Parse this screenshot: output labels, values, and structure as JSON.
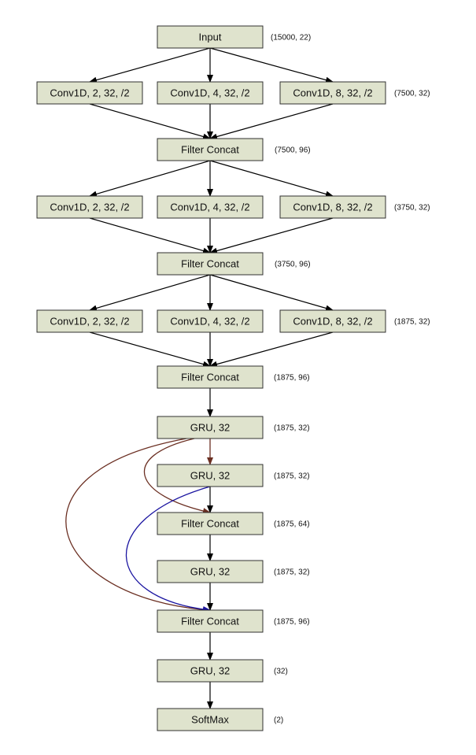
{
  "colors": {
    "node_fill": "#dfe3cd",
    "node_stroke": "#303030",
    "edge": "#000000",
    "skip_brown": "#6b2f22",
    "skip_blue": "#1a14a0"
  },
  "nodes": [
    {
      "id": "input",
      "label": "Input",
      "shape": "(15000, 22)"
    },
    {
      "id": "conv1a",
      "label": "Conv1D, 2, 32, /2"
    },
    {
      "id": "conv1b",
      "label": "Conv1D, 4, 32, /2"
    },
    {
      "id": "conv1c",
      "label": "Conv1D, 8, 32, /2",
      "shape": "(7500, 32)"
    },
    {
      "id": "concat1",
      "label": "Filter Concat",
      "shape": "(7500, 96)"
    },
    {
      "id": "conv2a",
      "label": "Conv1D, 2, 32, /2"
    },
    {
      "id": "conv2b",
      "label": "Conv1D, 4, 32, /2"
    },
    {
      "id": "conv2c",
      "label": "Conv1D, 8, 32, /2",
      "shape": "(3750, 32)"
    },
    {
      "id": "concat2",
      "label": "Filter Concat",
      "shape": "(3750, 96)"
    },
    {
      "id": "conv3a",
      "label": "Conv1D, 2, 32, /2"
    },
    {
      "id": "conv3b",
      "label": "Conv1D, 4, 32, /2"
    },
    {
      "id": "conv3c",
      "label": "Conv1D, 8, 32, /2",
      "shape": "(1875, 32)"
    },
    {
      "id": "concat3",
      "label": "Filter Concat",
      "shape": "(1875, 96)"
    },
    {
      "id": "gru1",
      "label": "GRU, 32",
      "shape": "(1875, 32)"
    },
    {
      "id": "gru2",
      "label": "GRU, 32",
      "shape": "(1875, 32)"
    },
    {
      "id": "concat4",
      "label": "Filter Concat",
      "shape": "(1875, 64)"
    },
    {
      "id": "gru3",
      "label": "GRU, 32",
      "shape": "(1875, 32)"
    },
    {
      "id": "concat5",
      "label": "Filter Concat",
      "shape": "(1875, 96)"
    },
    {
      "id": "gru4",
      "label": "GRU, 32",
      "shape": "(32)"
    },
    {
      "id": "softmax",
      "label": "SoftMax",
      "shape": "(2)"
    }
  ],
  "edges": [
    [
      "input",
      "conv1a"
    ],
    [
      "input",
      "conv1b"
    ],
    [
      "input",
      "conv1c"
    ],
    [
      "conv1a",
      "concat1"
    ],
    [
      "conv1b",
      "concat1"
    ],
    [
      "conv1c",
      "concat1"
    ],
    [
      "concat1",
      "conv2a"
    ],
    [
      "concat1",
      "conv2b"
    ],
    [
      "concat1",
      "conv2c"
    ],
    [
      "conv2a",
      "concat2"
    ],
    [
      "conv2b",
      "concat2"
    ],
    [
      "conv2c",
      "concat2"
    ],
    [
      "concat2",
      "conv3a"
    ],
    [
      "concat2",
      "conv3b"
    ],
    [
      "concat2",
      "conv3c"
    ],
    [
      "conv3a",
      "concat3"
    ],
    [
      "conv3b",
      "concat3"
    ],
    [
      "conv3c",
      "concat3"
    ],
    [
      "concat3",
      "gru1"
    ],
    [
      "gru2",
      "concat4"
    ],
    [
      "concat4",
      "gru3"
    ],
    [
      "gru3",
      "concat5"
    ],
    [
      "concat5",
      "gru4"
    ],
    [
      "gru4",
      "softmax"
    ]
  ],
  "skip_edges": [
    {
      "from": "gru1",
      "to": "gru2",
      "color": "brown"
    },
    {
      "from": "gru1",
      "to": "concat4",
      "color": "brown"
    },
    {
      "from": "gru1",
      "to": "concat5",
      "color": "brown"
    },
    {
      "from": "gru2",
      "to": "concat5",
      "color": "blue"
    }
  ]
}
